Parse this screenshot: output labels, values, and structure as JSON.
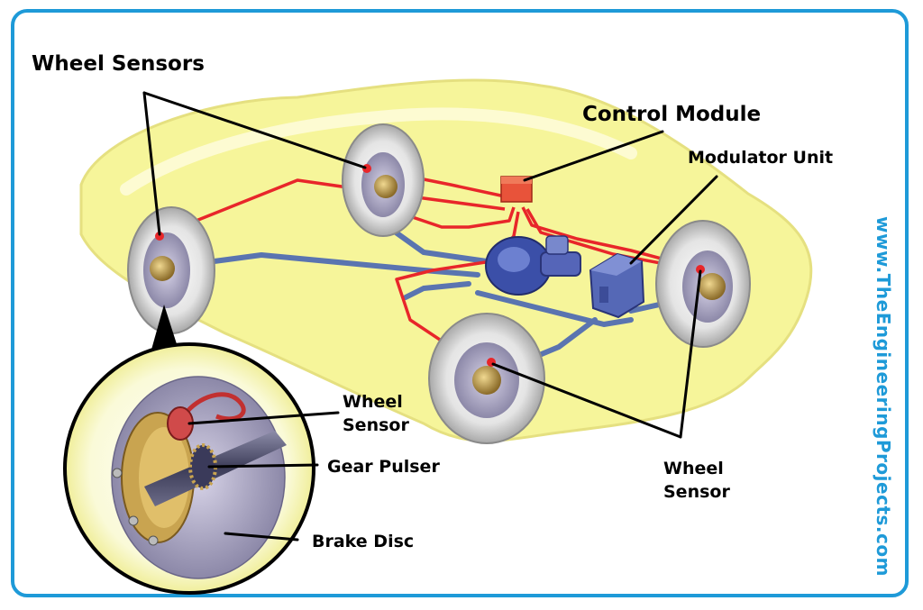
{
  "labels": {
    "wheel_sensors": "Wheel Sensors",
    "control_module": "Control Module",
    "modulator_unit": "Modulator Unit",
    "inset_wheel_sensor_1": "Wheel",
    "inset_wheel_sensor_2": "Sensor",
    "gear_pulser": "Gear Pulser",
    "brake_disc": "Brake Disc",
    "wheel_sensor_1": "Wheel",
    "wheel_sensor_2": "Sensor"
  },
  "watermark": "www.TheEngineeringProjects.com",
  "colors": {
    "frame": "#1e9ad8",
    "car_body": "#f6f59a",
    "sensor_wire": "#e8262a",
    "brake_line": "#5a74b0",
    "leader_line": "#000000"
  }
}
